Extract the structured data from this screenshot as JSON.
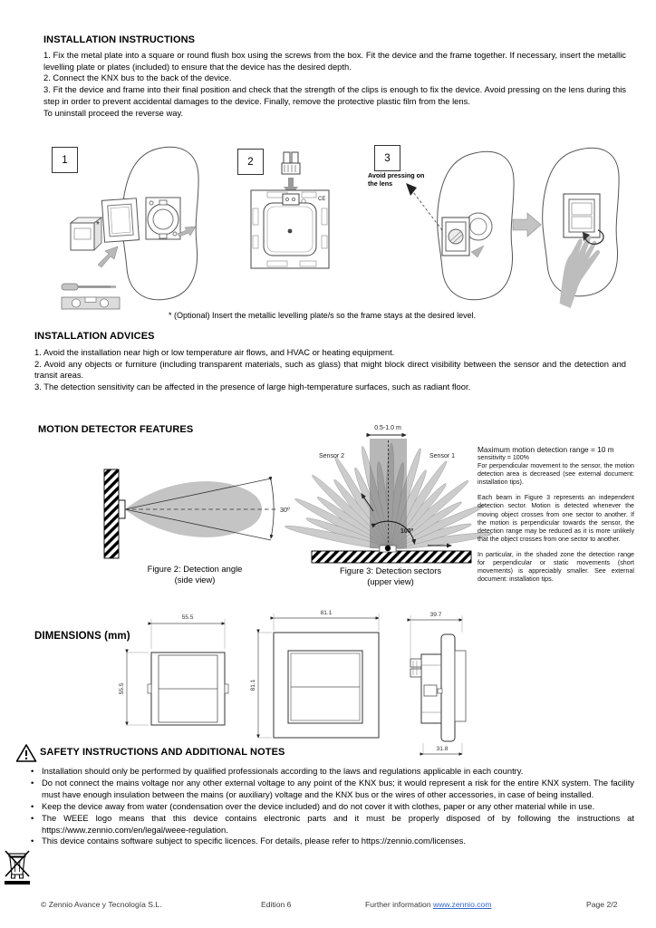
{
  "installation_instructions": {
    "title": "INSTALLATION INSTRUCTIONS",
    "step1": "1. Fix the metal plate into a square or round flush box using the screws from the box. Fit the device and the frame together. If necessary, insert the metallic levelling plate or plates (included) to ensure that the device has the desired depth.",
    "step2": "2. Connect the KNX bus to the back of the device.",
    "step3": "3. Fit the device and frame into their final position and check that the strength of the clips is enough to fix the device. Avoid pressing on the lens during this step in order to prevent accidental damages to the device. Finally, remove the protective plastic film from the lens.",
    "uninstall": "To uninstall proceed the reverse way.",
    "figure1_number": "1",
    "figure2_number": "2",
    "figure3_number": "3",
    "asterisk": "*",
    "ce_mark": "CE",
    "lens_warning": "Avoid pressing on the lens",
    "optional_note": "* (Optional) Insert the metallic levelling plate/s so the frame stays at the desired level."
  },
  "installation_advices": {
    "title": "INSTALLATION ADVICES",
    "item1": "1. Avoid the installation near high or low temperature air flows, and HVAC or heating equipment.",
    "item2": "2. Avoid any objects or furniture (including transparent materials, such as glass) that might block direct visibility between the sensor and the detection and transit areas.",
    "item3": "3. The detection sensitivity can be affected in the presence of large high-temperature surfaces, such as radiant floor."
  },
  "motion_detector_features": {
    "title": "MOTION DETECTOR FEATURES",
    "figure2": {
      "angle_label": "30º",
      "caption": "Figure 2: Detection angle",
      "caption_sub": "(side view)"
    },
    "figure3": {
      "range_label": "0.5-1.0 m",
      "sensor2_label": "Sensor 2",
      "sensor1_label": "Sensor 1",
      "angle_label": "100º",
      "caption": "Figure 3: Detection sectors",
      "caption_sub": "(upper view)"
    },
    "notes": {
      "line1": "Maximum motion detection range = 10 m",
      "line2": "sensitivity = 100%",
      "p1": "For perpendicular movement to the sensor, the motion detection area is decreased (see external document: installation tips).",
      "p2": "Each beam in Figure 3 represents an independent detection sector. Motion is detected whenever the moving object crosses from one sector to another. If the motion is perpendicular towards the sensor, the detection range may be reduced as it is more unlikely that the object crosses from one sector to another.",
      "p3": "In particular, in the shaded zone the detection range for perpendicular or static movements (short movements) is appreciably smaller. See external document: installation tips."
    }
  },
  "dimensions": {
    "title": "DIMENSIONS (mm)",
    "front_width": "55.5",
    "front_height": "55.5",
    "frame_width": "81.1",
    "frame_height": "81.1",
    "depth_total": "39.7",
    "depth_recessed": "31.8"
  },
  "safety": {
    "title": "SAFETY INSTRUCTIONS AND ADDITIONAL NOTES",
    "bullet1": "Installation should only be performed by qualified professionals according to the laws and regulations applicable in each country.",
    "bullet2": "Do not connect the mains voltage nor any other external voltage to any point of the KNX bus; it would represent a risk for the entire KNX system. The facility must have enough insulation between the mains (or auxiliary) voltage and the KNX bus or the wires of other accessories, in case of being installed.",
    "bullet3": "Keep the device away from water (condensation over the device included) and do not cover it with clothes, paper or any other material while in use.",
    "bullet4": "The WEEE logo means that this device contains electronic parts and it must be properly disposed of by following the instructions at https://www.zennio.com/en/legal/weee-regulation.",
    "bullet5": "This device contains software subject to specific licences. For details, please refer to https://zennio.com/licenses."
  },
  "footer": {
    "copyright": "© Zennio Avance y Tecnología S.L.",
    "edition": "Edition 6",
    "further_info": "Further information ",
    "link": "www.zennio.com",
    "page": "Page 2/2"
  }
}
